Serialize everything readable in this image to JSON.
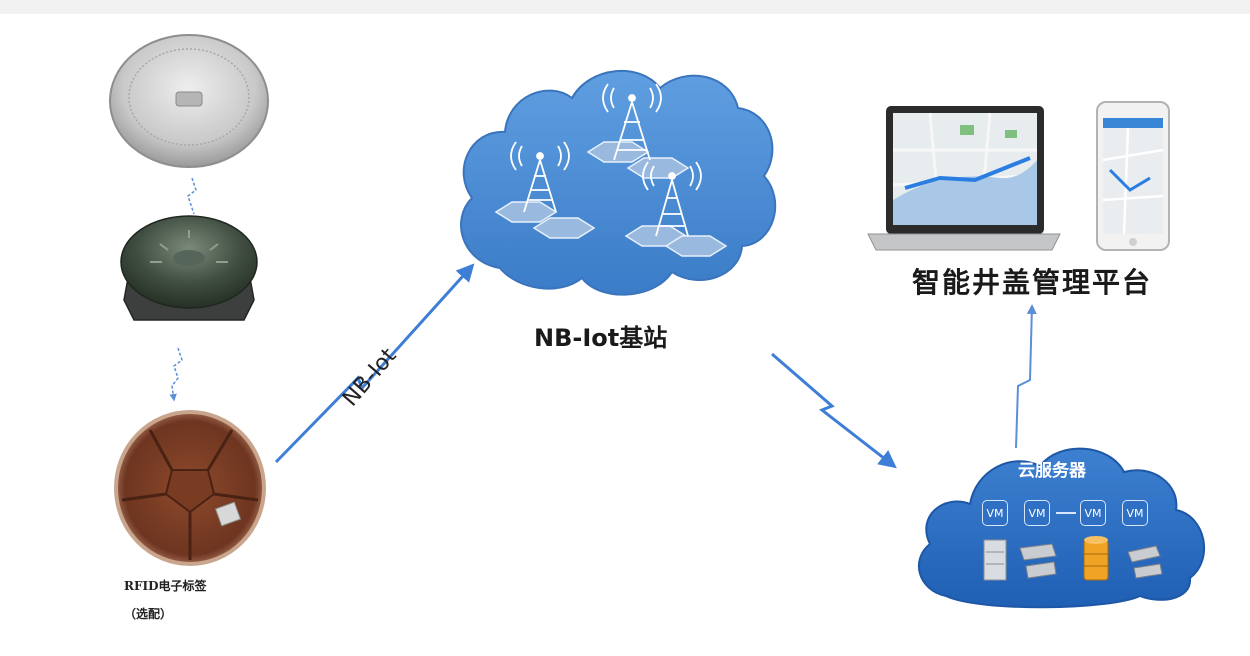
{
  "labels": {
    "base_station": "NB-Iot基站",
    "platform": "智能井盖管理平台",
    "nb_iot_link": "NB-Iot",
    "rfid_line1": "RFID电子标签",
    "rfid_line2": "（选配）",
    "cloud_server": "云服务器"
  },
  "vm_boxes": [
    "VM",
    "VM",
    "VM",
    "VM"
  ],
  "colors": {
    "cloud": "#4d8fd4",
    "cloud_dark": "#2f6fc4",
    "arrow": "#3f7ed6",
    "background": "#ffffff"
  },
  "icons": [
    "manhole-cover-icon",
    "sensor-device-icon",
    "rfid-manhole-icon",
    "cell-tower-icon",
    "laptop-icon",
    "phone-icon",
    "server-rack-icon",
    "database-icon"
  ]
}
